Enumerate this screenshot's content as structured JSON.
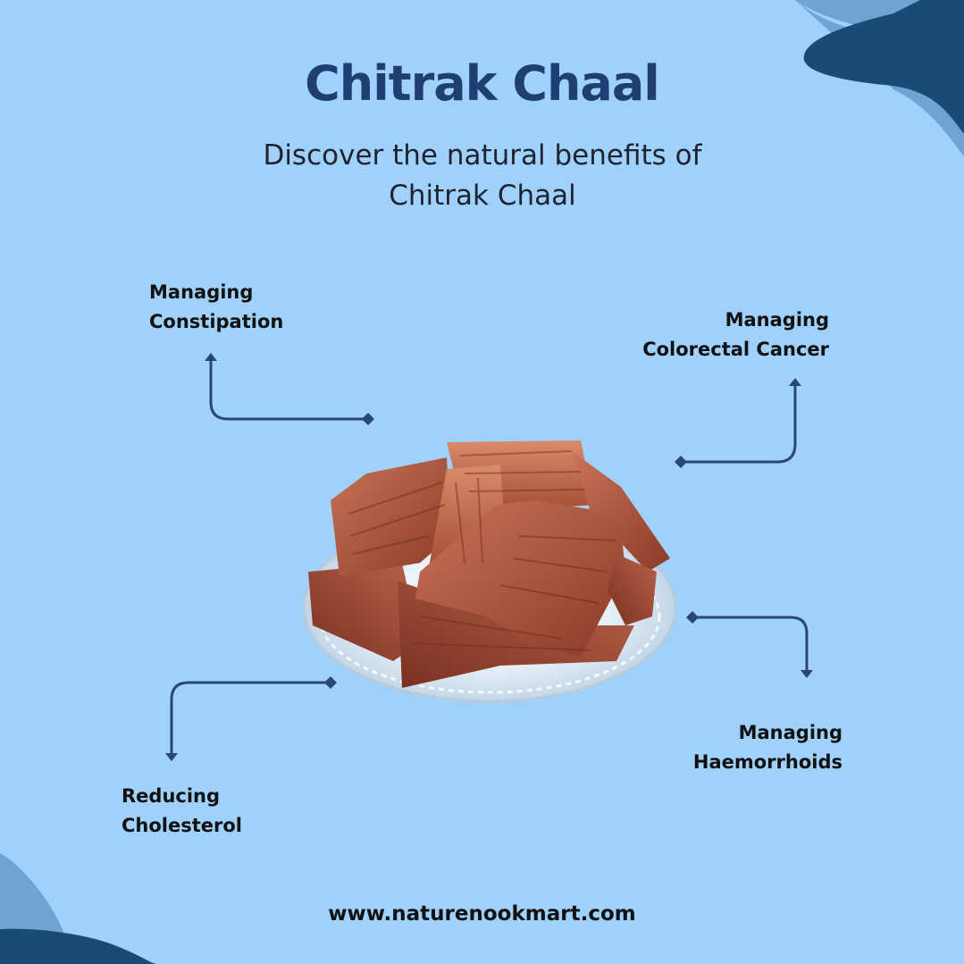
{
  "header": {
    "title": "Chitrak Chaal",
    "subtitle_line1": "Discover the natural benefits of",
    "subtitle_line2": "Chitrak Chaal"
  },
  "benefits": [
    {
      "line1": "Managing",
      "line2": "Constipation"
    },
    {
      "line1": "Managing",
      "line2": "Colorectal Cancer"
    },
    {
      "line1": "Managing",
      "line2": "Haemorrhoids"
    },
    {
      "line1": "Reducing",
      "line2": "Cholesterol"
    }
  ],
  "footer": {
    "website": "www.naturenookmart.com"
  },
  "colors": {
    "background": "#9fd1fb",
    "title": "#1f3f73",
    "arrow": "#2a4678",
    "decor_dark": "#1b4a75",
    "decor_light": "#6fa3d2"
  }
}
